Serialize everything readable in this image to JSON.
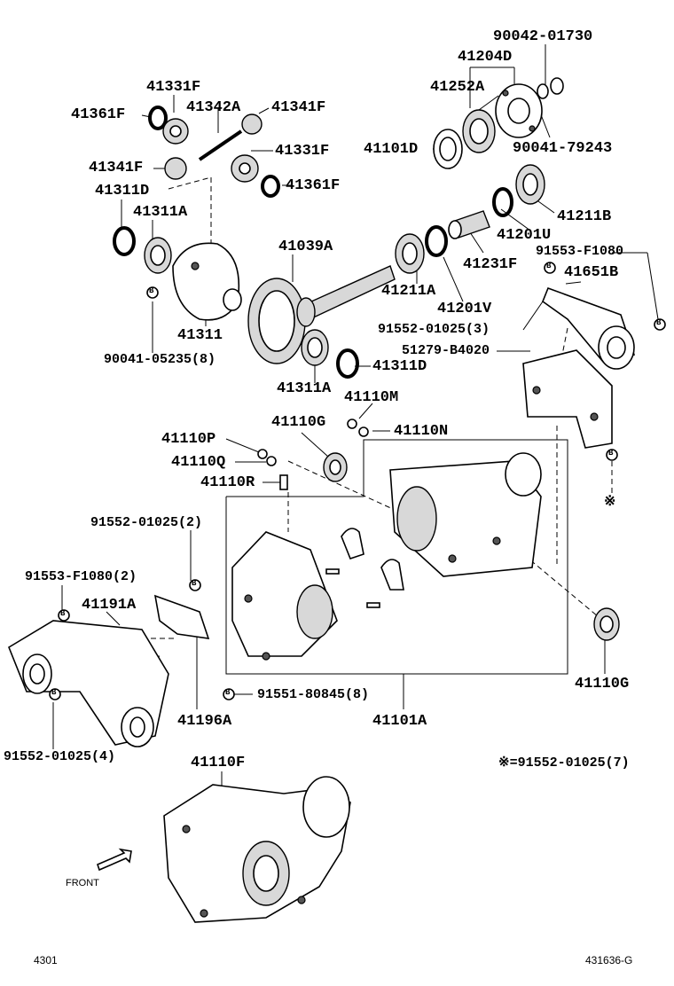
{
  "labels": {
    "l90042_01730": "90042-01730",
    "l41204d": "41204D",
    "l41252a": "41252A",
    "l90041_79243": "90041-79243",
    "l41101d": "41101D",
    "l41331f_top": "41331F",
    "l41342a": "41342A",
    "l41341f_top": "41341F",
    "l41361f_left": "41361F",
    "l41331f_mid": "41331F",
    "l41341f_left": "41341F",
    "l41361f_right": "41361F",
    "l41311d_top": "41311D",
    "l41311a_top": "41311A",
    "l41211b": "41211B",
    "l41201u": "41201U",
    "l41039a": "41039A",
    "l41231f": "41231F",
    "l91553_f1080": "91553-F1080",
    "l41651b": "41651B",
    "l41211a": "41211A",
    "l41201v": "41201V",
    "l41311": "41311",
    "l91552_01025_3": "91552-01025(3)",
    "l90041_05235_8": "90041-05235(8)",
    "l51279_b4020": "51279-B4020",
    "l41311d_bot": "41311D",
    "l41311a_bot": "41311A",
    "l41110m": "41110M",
    "l41110g_top": "41110G",
    "l41110n": "41110N",
    "l41110p": "41110P",
    "l41110q": "41110Q",
    "l41110r": "41110R",
    "l91552_01025_2": "91552-01025(2)",
    "l91553_f1080_2": "91553-F1080(2)",
    "l41191a": "41191A",
    "l91551_80845_8": "91551-80845(8)",
    "l41196a": "41196A",
    "l41101a": "41101A",
    "l41110g_bot": "41110G",
    "l91552_01025_4": "91552-01025(4)",
    "l41110f": "41110F",
    "l_note": "※=91552-01025(7)"
  },
  "markers": {
    "b": "B",
    "note_symbol": "※"
  },
  "front_label": "FRONT",
  "footer": {
    "left": "4301",
    "right": "431636-G"
  }
}
